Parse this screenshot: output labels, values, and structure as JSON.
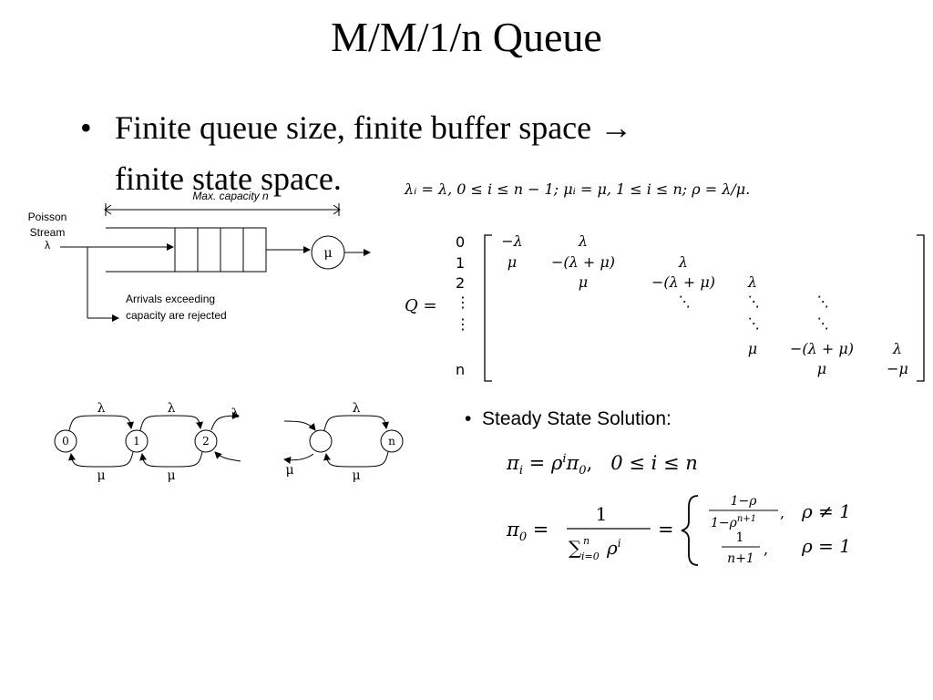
{
  "slide": {
    "title": "M/M/1/n Queue",
    "bullet_line1": "Finite queue size, finite buffer space",
    "bullet_arrow": "→",
    "bullet_line2": "finite state space."
  },
  "queue_figure": {
    "capacity_label": "Max. capacity n",
    "source_line1": "Poisson",
    "source_line2": "Stream",
    "source_rate": "λ",
    "server_label": "μ",
    "reject_line1": "Arrivals exceeding",
    "reject_line2": "capacity are rejected"
  },
  "rates_definition": "λᵢ = λ, 0 ≤ i ≤ n − 1;  μᵢ = μ, 1 ≤ i ≤ n;  ρ = λ/μ.",
  "generator_matrix": {
    "symbol": "Q =",
    "row_labels": [
      "0",
      "1",
      "2",
      "⋮",
      "⋮",
      "",
      "n"
    ],
    "entries": [
      {
        "text": "−λ",
        "row": 0,
        "col": 0
      },
      {
        "text": "λ",
        "row": 0,
        "col": 1
      },
      {
        "text": "μ",
        "row": 1,
        "col": 0
      },
      {
        "text": "−(λ + μ)",
        "row": 1,
        "col": 1
      },
      {
        "text": "λ",
        "row": 1,
        "col": 2
      },
      {
        "text": "μ",
        "row": 2,
        "col": 1
      },
      {
        "text": "−(λ + μ)",
        "row": 2,
        "col": 2
      },
      {
        "text": "λ",
        "row": 2,
        "col": 3
      },
      {
        "text": "⋱",
        "row": 3,
        "col": 2
      },
      {
        "text": "⋱",
        "row": 3,
        "col": 3
      },
      {
        "text": "⋱",
        "row": 3,
        "col": 4
      },
      {
        "text": "⋱",
        "row": 4,
        "col": 3
      },
      {
        "text": "⋱",
        "row": 4,
        "col": 4
      },
      {
        "text": "μ",
        "row": 5,
        "col": 3
      },
      {
        "text": "−(λ + μ)",
        "row": 5,
        "col": 4
      },
      {
        "text": "λ",
        "row": 5,
        "col": 5
      },
      {
        "text": "μ",
        "row": 6,
        "col": 4
      },
      {
        "text": "−μ",
        "row": 6,
        "col": 5
      }
    ]
  },
  "state_diagram": {
    "states": [
      "0",
      "1",
      "2",
      "",
      "n"
    ],
    "arrival_rate": "λ",
    "service_rate": "μ"
  },
  "steady_state": {
    "bullet": "Steady State Solution:",
    "pi_i": "π",
    "pi_i_sub": "i",
    "rho": "ρ",
    "rho_sup": "i",
    "pi0": "π",
    "pi0_sub": "0",
    "range": "0 ≤ i ≤ n",
    "numerator": "1",
    "denominator_sum": "∑",
    "sum_upper": "n",
    "sum_lower": "i=0",
    "case1_num": "1−ρ",
    "case1_den": "1−ρ",
    "case1_den_sup": "n+1",
    "case1_cond": "ρ ≠ 1",
    "case2_num": "1",
    "case2_den": "n+1",
    "case2_cond": "ρ = 1"
  }
}
